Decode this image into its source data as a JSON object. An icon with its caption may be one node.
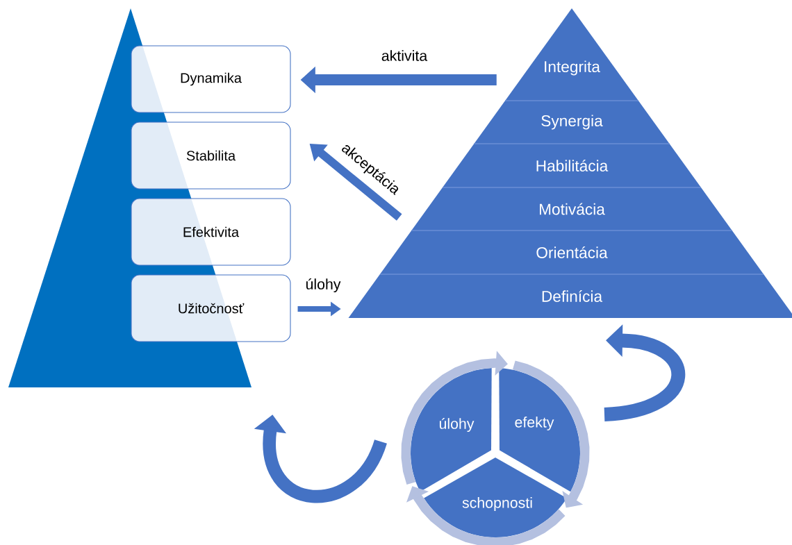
{
  "diagram": {
    "nodes": [
      {
        "text": [
          "Dynamika"
        ]
      },
      {
        "text": [
          "Stabilita"
        ]
      },
      {
        "text": [
          "Efektivita"
        ]
      },
      {
        "text": [
          "Užitočnosť"
        ]
      },
      {
        "text": [
          "Integrita"
        ]
      },
      {
        "text": [
          "Synergia"
        ]
      },
      {
        "text": [
          "Habilitácia"
        ]
      },
      {
        "text": [
          "Motivácia"
        ]
      },
      {
        "text": [
          "Orientácia"
        ]
      },
      {
        "text": [
          "Definícia"
        ]
      },
      {
        "text": [
          "úlohy"
        ]
      },
      {
        "text": [
          "efekty"
        ]
      },
      {
        "text": [
          "schopnosti"
        ]
      },
      {
        "text": [],
        "shape": "triangle"
      }
    ],
    "edges": [
      {
        "from": 4,
        "to": 0,
        "arrow": "to",
        "label": "aktivita"
      },
      {
        "from": 7,
        "to": 1,
        "arrow": "to",
        "label": "akceptácia"
      },
      {
        "from": 3,
        "to": 9,
        "arrow": "to",
        "label": "úlohy"
      },
      {
        "from": 11,
        "to": 9,
        "arrow": "to"
      },
      {
        "from": 10,
        "to": 13,
        "arrow": "to"
      },
      {
        "from": 10,
        "to": 11,
        "arrow": "to",
        "color": "#b4c0e0"
      },
      {
        "from": 11,
        "to": 12,
        "arrow": "to",
        "color": "#b4c0e0"
      },
      {
        "from": 12,
        "to": 10,
        "arrow": "to",
        "color": "#b4c0e0"
      }
    ]
  }
}
